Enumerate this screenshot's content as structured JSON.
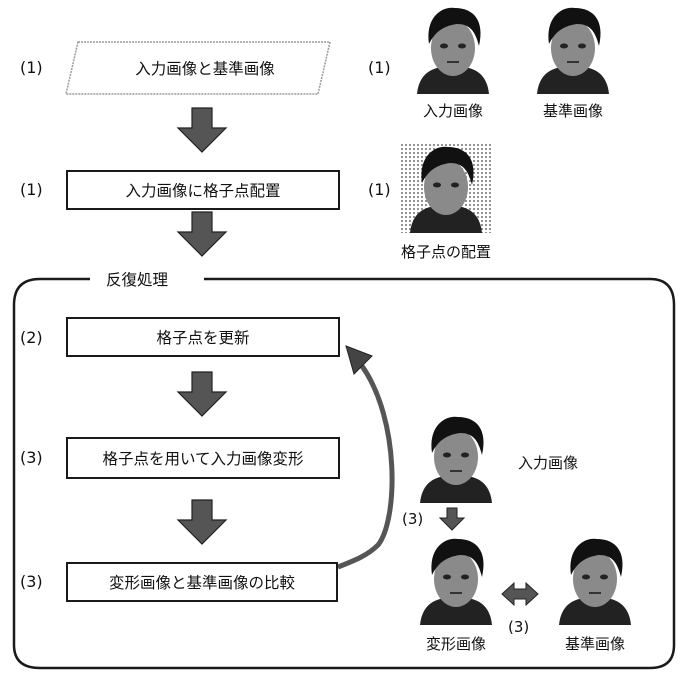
{
  "steps": {
    "s1": {
      "label": "入力画像と基準画像",
      "num": "(1)"
    },
    "s2": {
      "label": "入力画像に格子点配置",
      "num": "(1)"
    },
    "s3": {
      "label": "格子点を更新",
      "num": "(2)"
    },
    "s4": {
      "label": "格子点を用いて入力画像変形",
      "num": "(3)"
    },
    "s5": {
      "label": "変形画像と基準画像の比較",
      "num": "(3)"
    }
  },
  "loop": {
    "title": "反復処理"
  },
  "images": {
    "top_num": "(1)",
    "input_caption": "入力画像",
    "reference_caption": "基準画像",
    "grid_num": "(1)",
    "grid_caption": "格子点の配置",
    "loop_input_caption": "入力画像",
    "loop_warp_num": "(3)",
    "compare_num": "(3)",
    "deformed_caption": "変形画像",
    "loop_reference_caption": "基準画像"
  },
  "colors": {
    "arrow": "#555555",
    "border": "#1a1a1a"
  }
}
